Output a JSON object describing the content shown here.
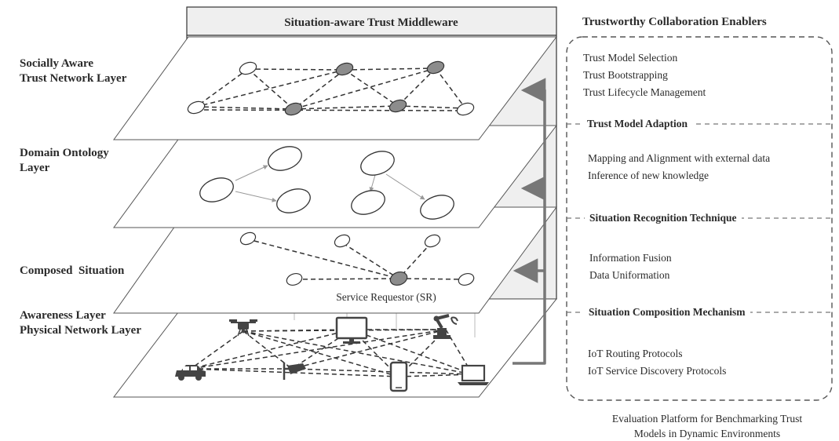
{
  "middleware": {
    "title": "Situation-aware Trust Middleware"
  },
  "layers": [
    {
      "label_line1": "Socially Aware",
      "label_line2": "Trust Network Layer"
    },
    {
      "label_line1": "Domain Ontology",
      "label_line2": "Layer"
    },
    {
      "label_line1": "Composed  Situation",
      "label_line2": "Awareness Layer"
    },
    {
      "label_line1": "Physical Network Layer",
      "label_line2": ""
    }
  ],
  "service_requestor_label": "Service Requestor (SR)",
  "enablers": {
    "title": "Trustworthy Collaboration Enablers",
    "top_items": [
      "Trust Model Selection",
      "Trust Bootstrapping",
      "Trust Lifecycle Management"
    ],
    "sections": [
      {
        "title": "Trust Model Adaption",
        "items": [
          "Mapping and Alignment with external data",
          "Inference of new knowledge"
        ]
      },
      {
        "title": "Situation Recognition Technique",
        "items": [
          "Information Fusion",
          "Data Uniformation"
        ]
      },
      {
        "title": "Situation Composition Mechanism",
        "items": [
          "IoT Routing Protocols",
          "IoT Service Discovery Protocols"
        ]
      }
    ],
    "footer_line1": "Evaluation Platform for Benchmarking Trust",
    "footer_line2": "Models in Dynamic Environments"
  },
  "icons": [
    "drone-icon",
    "monitor-icon",
    "robot-arm-icon",
    "car-icon",
    "cctv-camera-icon",
    "smartphone-icon",
    "laptop-icon"
  ],
  "colors": {
    "node_fill_dark": "#8c8c8c",
    "panel_fill": "#efefef",
    "stroke": "#333333"
  }
}
